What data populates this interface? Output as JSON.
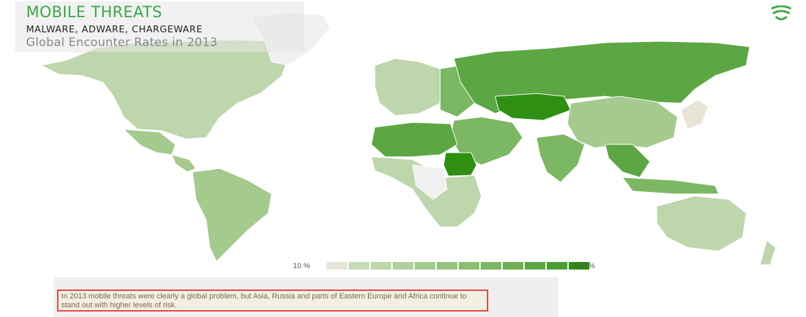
{
  "header": {
    "title": "MOBILE THREATS",
    "subtitle": "MALWARE, ADWARE, CHARGEWARE",
    "subtitle2": "Global Encounter Rates in 2013"
  },
  "logo": {
    "icon": "shield-wave-icon",
    "color": "#39a845"
  },
  "legend": {
    "min_label": "10 %",
    "max_label": "100 %",
    "colors": [
      "#e8e4d8",
      "#c8dbb8",
      "#bcd6a8",
      "#b0d09c",
      "#a4ca8e",
      "#98c47f",
      "#8abe70",
      "#7cb763",
      "#6caf53",
      "#5ca744",
      "#4a9f32",
      "#2f8f12"
    ]
  },
  "note": {
    "text": "In 2013 mobile threats were clearly a global problem, but Asia, Russia and parts of Eastern Europe and Africa continue to stand out with higher levels of risk."
  },
  "colors": {
    "no_data": "#f0f0f0",
    "light": "#bdd6ac",
    "medium": "#a4ca8e",
    "strong": "#7cb763",
    "very_strong": "#5ca744",
    "max": "#2f8f12",
    "lowest": "#e8e4d8"
  },
  "regions": [
    {
      "name": "North America",
      "level": "light"
    },
    {
      "name": "Greenland",
      "level": "no_data"
    },
    {
      "name": "Mexico",
      "level": "medium"
    },
    {
      "name": "Central America",
      "level": "medium"
    },
    {
      "name": "South America",
      "level": "medium"
    },
    {
      "name": "Western Europe",
      "level": "light"
    },
    {
      "name": "Eastern Europe",
      "level": "strong"
    },
    {
      "name": "Russia",
      "level": "very_strong"
    },
    {
      "name": "Kazakhstan",
      "level": "max"
    },
    {
      "name": "Middle East",
      "level": "strong"
    },
    {
      "name": "North Africa",
      "level": "very_strong"
    },
    {
      "name": "Sudan",
      "level": "max"
    },
    {
      "name": "Sub-Saharan Africa",
      "level": "light"
    },
    {
      "name": "Central Africa",
      "level": "no_data"
    },
    {
      "name": "India",
      "level": "strong"
    },
    {
      "name": "China",
      "level": "medium"
    },
    {
      "name": "Southeast Asia",
      "level": "very_strong"
    },
    {
      "name": "Japan",
      "level": "lowest"
    },
    {
      "name": "Indonesia",
      "level": "strong"
    },
    {
      "name": "Australia",
      "level": "light"
    },
    {
      "name": "New Zealand",
      "level": "light"
    }
  ]
}
